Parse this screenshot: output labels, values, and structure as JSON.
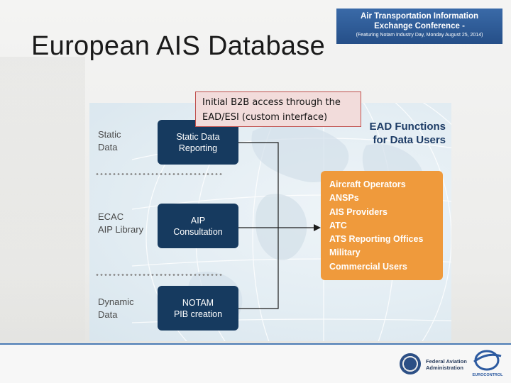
{
  "slide": {
    "title": "European AIS Database"
  },
  "banner": {
    "line1": "Air Transportation Information",
    "line2": "Exchange Conference -",
    "line3": "(Featuring Notam Industry Day, Monday August 25, 2014)"
  },
  "callout": {
    "text": "Initial B2B access through the\nEAD/ESI (custom interface)"
  },
  "diagram": {
    "rows": [
      {
        "label": "Static\nData",
        "box": "Static Data\nReporting"
      },
      {
        "label": "ECAC\nAIP Library",
        "box": "AIP\nConsultation"
      },
      {
        "label": "Dynamic\nData",
        "box": "NOTAM\nPIB creation"
      }
    ],
    "functions_title": "EAD Functions\nfor Data Users",
    "users": [
      "Aircraft Operators",
      "ANSPs",
      "AIS Providers",
      "ATC",
      "ATS Reporting Offices",
      "Military",
      "Commercial Users"
    ],
    "colors": {
      "navy": "#163a5f",
      "orange": "#ef9a3c",
      "accent_blue": "#1d3c66"
    }
  },
  "footer": {
    "faa": "Federal Aviation\nAdministration",
    "eurocontrol": "EUROCONTROL"
  }
}
